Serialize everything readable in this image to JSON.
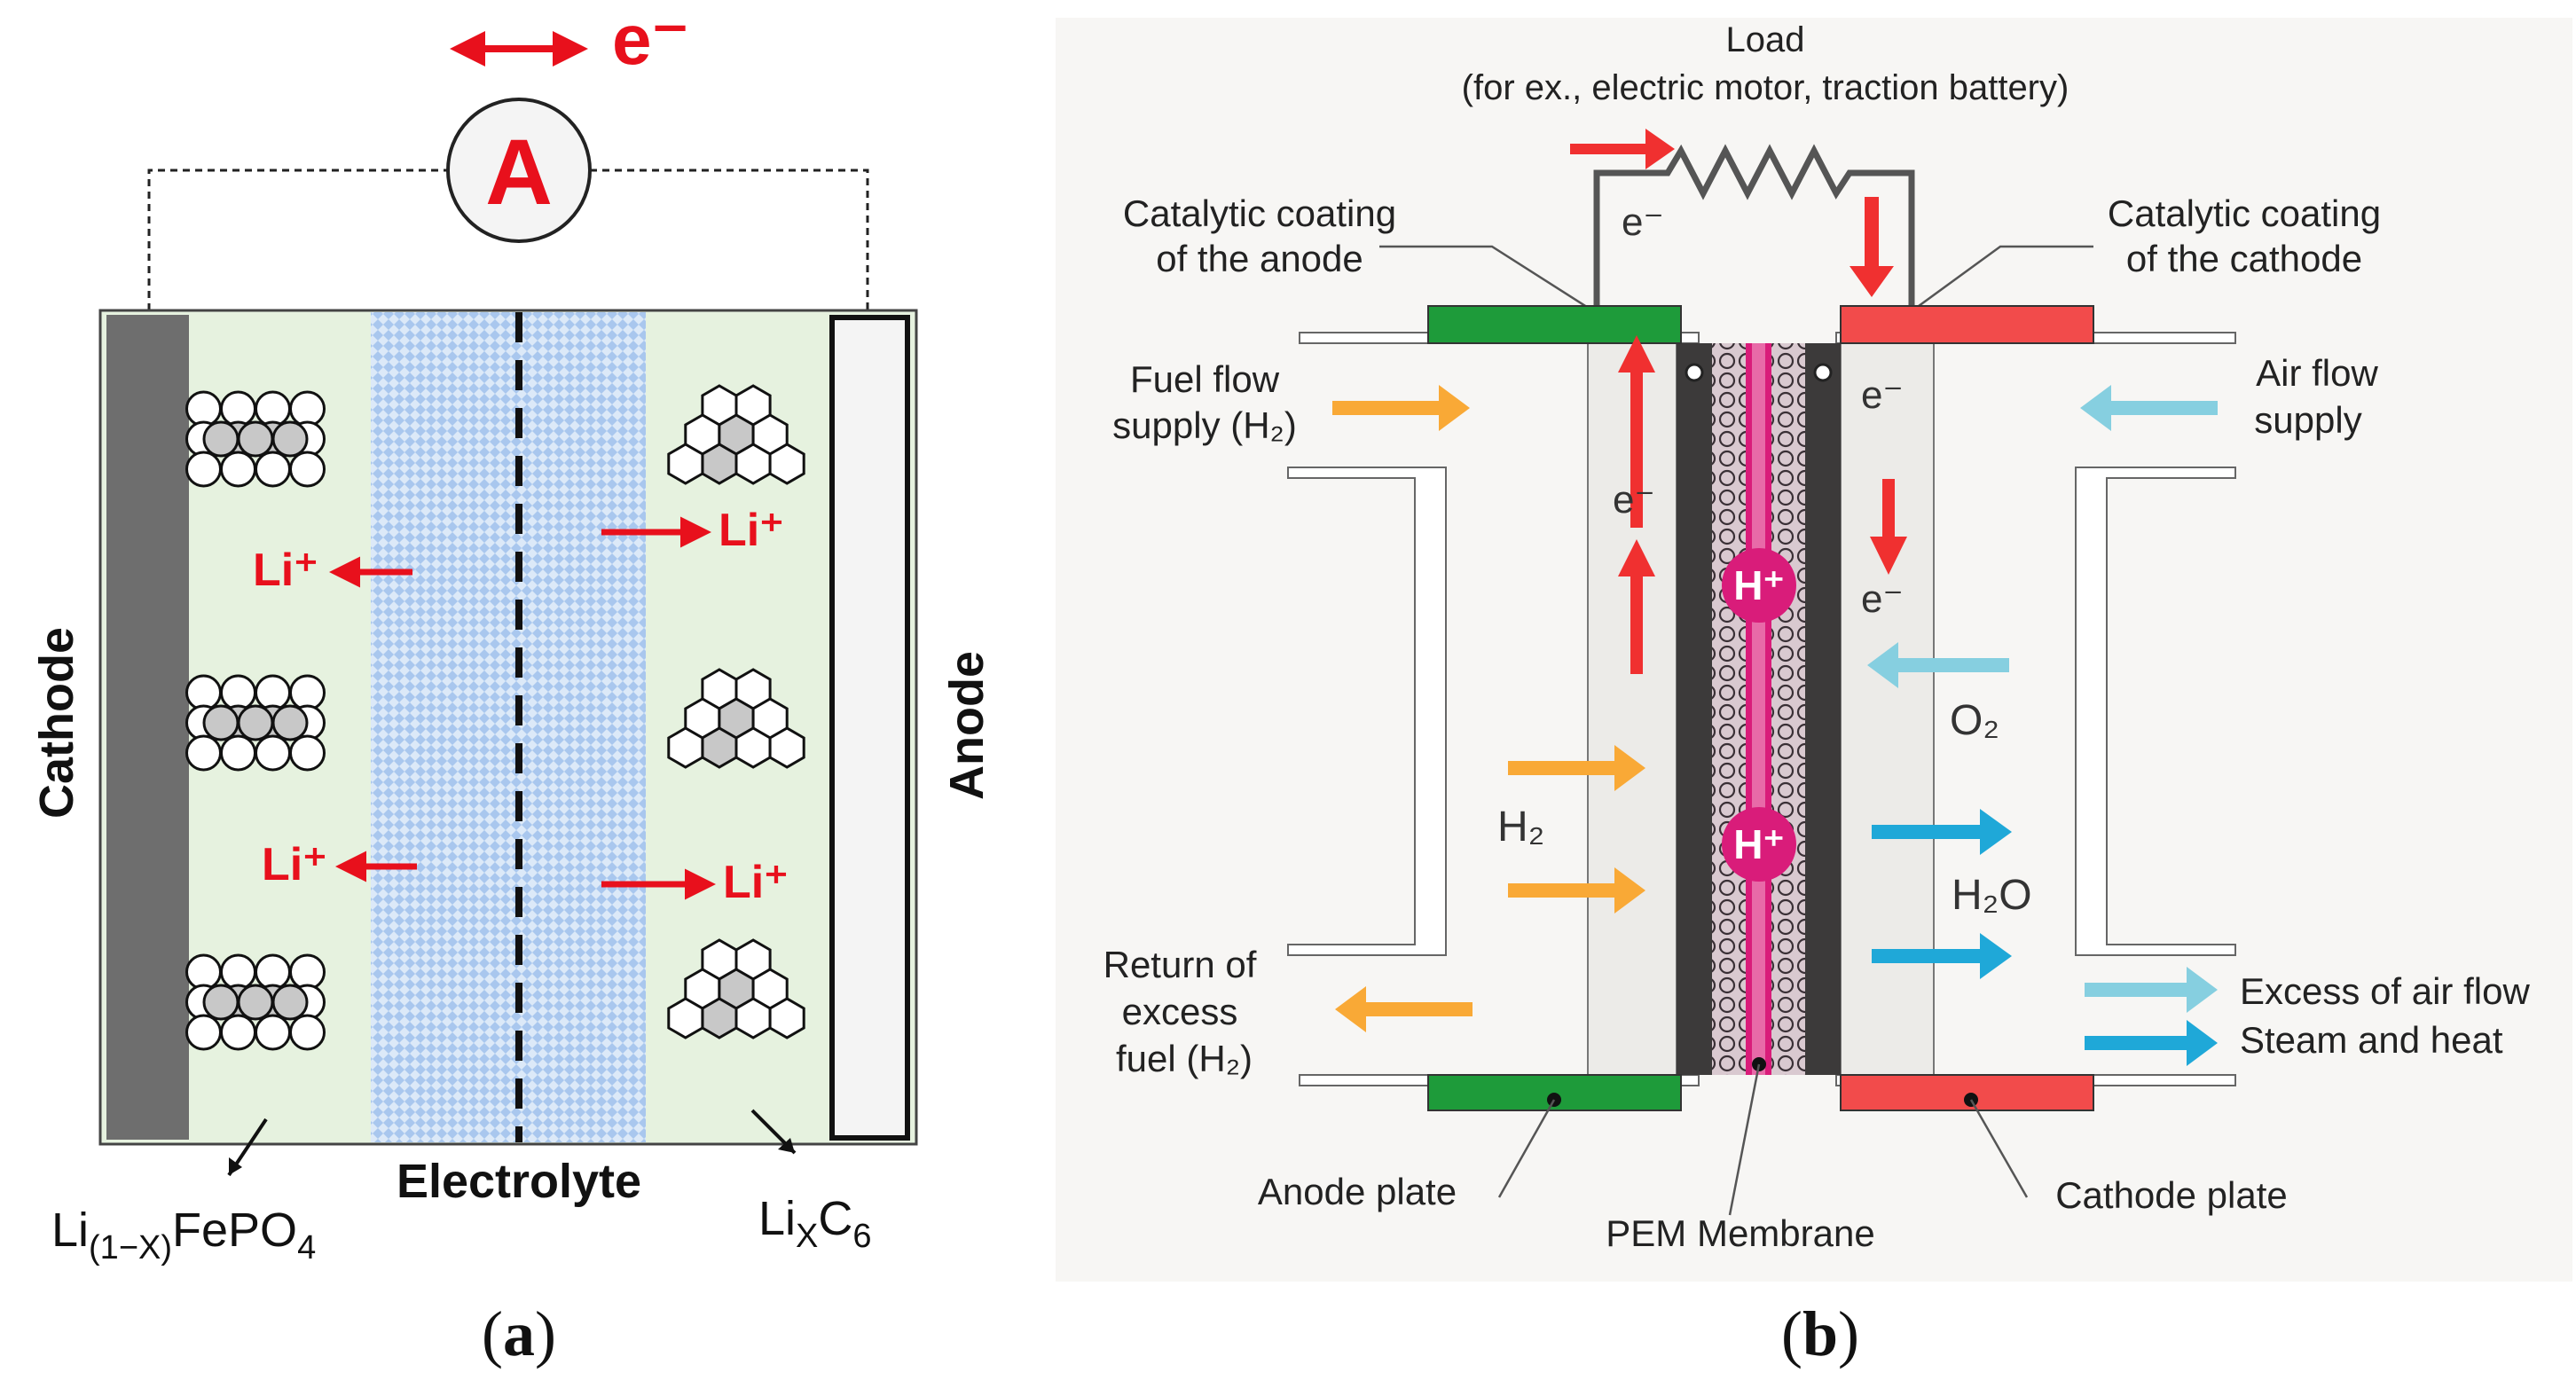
{
  "panel_a": {
    "electron_label": "e⁻",
    "ammeter_label": "A",
    "cathode_label": "Cathode",
    "anode_label": "Anode",
    "electrolyte_label": "Electrolyte",
    "ion_label": "Li⁺",
    "cathode_material": "Li(1−X)FePO4",
    "cathode_material_parts": {
      "base": "Li",
      "sub1": "(1−X)",
      "mid": "FePO",
      "sub2": "4"
    },
    "anode_material_parts": {
      "base": "Li",
      "sub1": "X",
      "mid": "C",
      "sub2": "6"
    },
    "caption": "(a)",
    "caption_letter": "a"
  },
  "panel_b": {
    "load_title": "Load",
    "load_subtitle": "(for ex., electric motor, traction battery)",
    "catalytic_anode_1": "Catalytic coating",
    "catalytic_anode_2": "of the anode",
    "catalytic_cathode_1": "Catalytic coating",
    "catalytic_cathode_2": "of the cathode",
    "fuel_flow_1": "Fuel flow",
    "fuel_flow_2": "supply (H₂)",
    "air_flow_1": "Air flow",
    "air_flow_2": "supply",
    "return_1": "Return of",
    "return_2": "excess",
    "return_3": "fuel (H₂)",
    "excess_air": "Excess of air flow",
    "steam_heat": "Steam and heat",
    "electron": "e⁻",
    "proton": "H⁺",
    "h2": "H₂",
    "o2": "O₂",
    "h2o": "H₂O",
    "anode_plate": "Anode plate",
    "pem": "PEM Membrane",
    "cathode_plate": "Cathode plate",
    "caption": "(b)",
    "caption_letter": "b"
  },
  "colors": {
    "red": "#e8101c",
    "orange": "#f5a623",
    "light_blue": "#86cfe0",
    "blue": "#1fa8d8",
    "green_plate": "#1e9b3a",
    "red_plate": "#f24b4b",
    "magenta": "#d91c7a",
    "electrolyte_blue": "#b9d3f0",
    "cell_green": "#e6f2df"
  }
}
